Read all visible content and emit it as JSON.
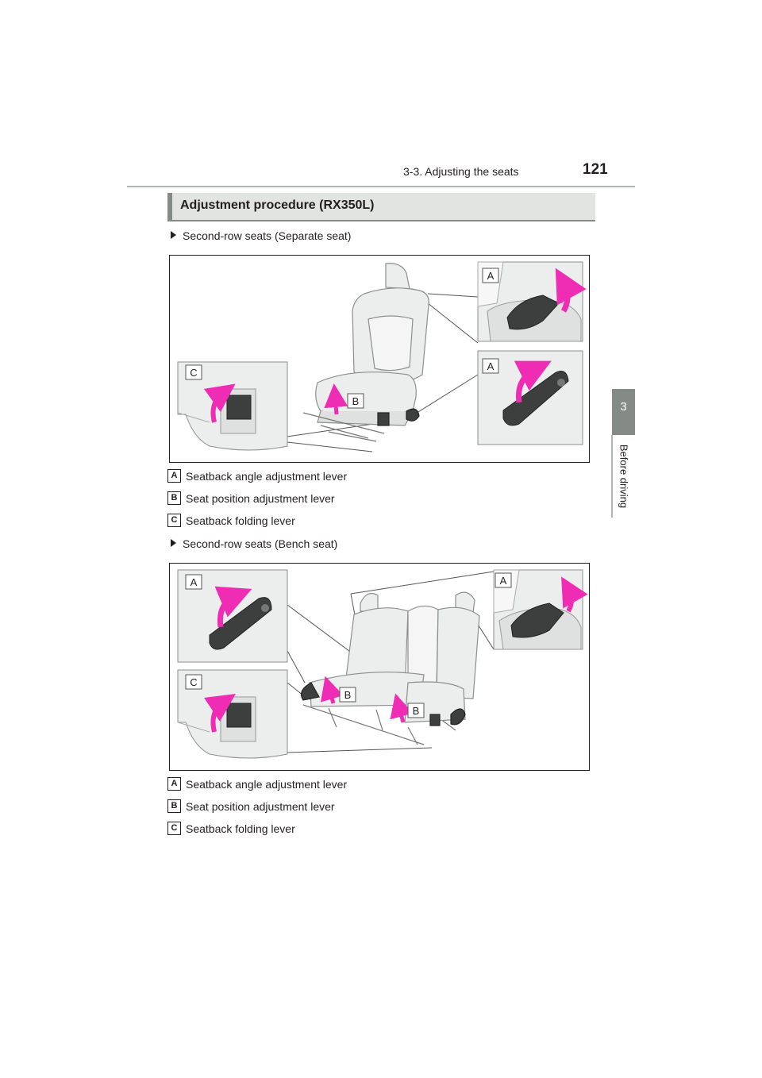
{
  "header": {
    "section": "3-3. Adjusting the seats",
    "page_number": "121"
  },
  "side_tab": {
    "chapter_number": "3",
    "chapter_title": "Before driving"
  },
  "section_title": "Adjustment procedure (RX350L)",
  "blocks": [
    {
      "heading": "Second-row seats (Separate seat)",
      "callouts": [
        "A",
        "A",
        "C",
        "B"
      ],
      "legend": [
        {
          "letter": "A",
          "text": "Seatback angle adjustment lever"
        },
        {
          "letter": "B",
          "text": "Seat position adjustment lever"
        },
        {
          "letter": "C",
          "text": "Seatback folding lever"
        }
      ]
    },
    {
      "heading": "Second-row seats (Bench seat)",
      "callouts": [
        "A",
        "A",
        "C",
        "B",
        "B"
      ],
      "legend": [
        {
          "letter": "A",
          "text": "Seatback angle adjustment lever"
        },
        {
          "letter": "B",
          "text": "Seat position adjustment lever"
        },
        {
          "letter": "C",
          "text": "Seatback folding lever"
        }
      ]
    }
  ],
  "colors": {
    "arrow": "#ef2db4",
    "tab": "#848a86",
    "section_bar": "#e2e4e2"
  }
}
